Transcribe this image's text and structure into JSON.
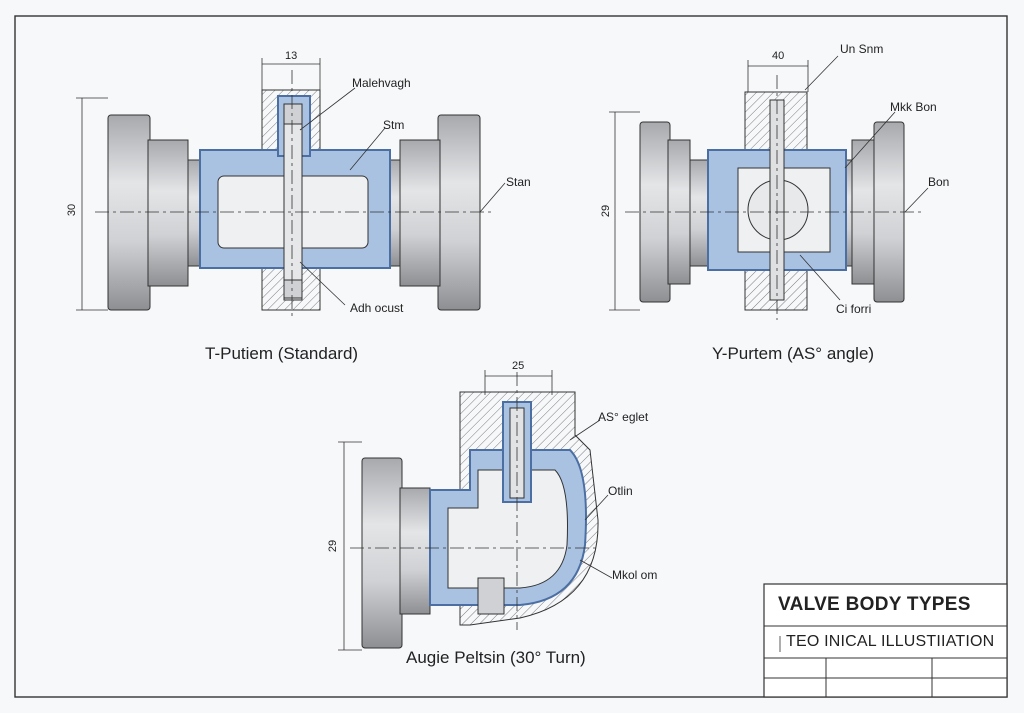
{
  "views": [
    {
      "caption": "T-Putiem (Standard)",
      "dim_top": "13",
      "dim_side": "30",
      "callouts": [
        "Malehvagh",
        "Stm",
        "Stan",
        "Adh ocust"
      ]
    },
    {
      "caption": "Y-Purtem (AS° angle)",
      "dim_top": "40",
      "dim_side": "29",
      "callouts": [
        "Un Snm",
        "Mkk Bon",
        "Bon",
        "Ci forri"
      ]
    },
    {
      "caption": "Augie Peltsin (30° Turn)",
      "dim_top": "25",
      "dim_side": "29",
      "callouts": [
        "AS° eglet",
        "Otlin",
        "Mkol om"
      ]
    }
  ],
  "title_block": {
    "title": "VALVE BODY TYPES",
    "subtitle": "TEO INICAL ILLUSTIIATION"
  },
  "colors": {
    "metal": "#c4c6ca",
    "metal_dark": "#8e9095",
    "lining": "#6f95c8",
    "lining_light": "#a9c2e2",
    "line": "#2a2a2a"
  }
}
